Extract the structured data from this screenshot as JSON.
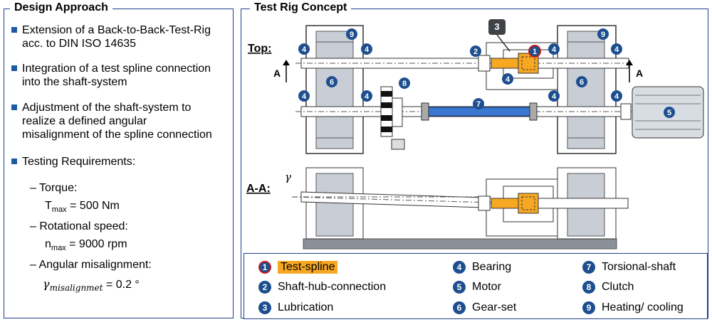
{
  "left_panel": {
    "title": "Design Approach",
    "bullets": [
      {
        "line1": "Extension of a Back-to-Back-Test-Rig",
        "line2": "acc. to DIN ISO 14635"
      },
      {
        "line1": "Integration of a test spline connection",
        "line2": "into the shaft-system"
      },
      {
        "line1": "Adjustment of the shaft-system to",
        "line2": "realize a defined angular",
        "line3": "misalignment of the spline connection"
      },
      {
        "line1": "Testing Requirements:"
      }
    ],
    "requirements": [
      {
        "label": "– Torque:",
        "symbol": "T",
        "sub": "max",
        "value": "= 500 Nm"
      },
      {
        "label": "– Rotational speed:",
        "symbol": "n",
        "sub": "max",
        "value": "= 9000 rpm"
      },
      {
        "label": "– Angular misalignment:",
        "symbol": "γ",
        "sub": "misalignmet",
        "value": "= 0.2 °"
      }
    ]
  },
  "right_panel": {
    "title": "Test Rig Concept",
    "view_top": "Top:",
    "view_section": "A-A:",
    "section_marker": "A",
    "angle_symbol": "γ"
  },
  "legend": [
    {
      "num": "1",
      "label": "Test-spline"
    },
    {
      "num": "2",
      "label": "Shaft-hub-connection"
    },
    {
      "num": "3",
      "label": "Lubrication"
    },
    {
      "num": "4",
      "label": "Bearing"
    },
    {
      "num": "5",
      "label": "Motor"
    },
    {
      "num": "6",
      "label": "Gear-set"
    },
    {
      "num": "7",
      "label": "Torsional-shaft"
    },
    {
      "num": "8",
      "label": "Clutch"
    },
    {
      "num": "9",
      "label": "Heating/ cooling"
    }
  ],
  "colors": {
    "accent": "#1d4e8f",
    "highlight": "#f7a823",
    "torsion_shaft": "#3b78d0",
    "gear": "#c9ced6"
  }
}
